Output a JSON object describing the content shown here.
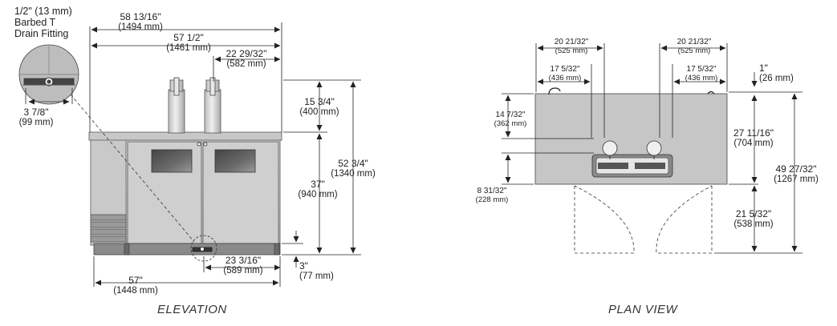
{
  "views": {
    "elevation_title": "ELEVATION",
    "plan_title": "PLAN VIEW"
  },
  "callout": {
    "line1": "1/2\" (13 mm)",
    "line2": "Barbed T",
    "line3": "Drain Fitting",
    "depth_imperial": "3 7/8\"",
    "depth_metric": "(99 mm)"
  },
  "elevation": {
    "overall_width": {
      "imperial": "58 13/16\"",
      "metric": "(1494 mm)"
    },
    "top_width": {
      "imperial": "57 1/2\"",
      "metric": "(1461 mm)"
    },
    "tower_offset": {
      "imperial": "22 29/32\"",
      "metric": "(582 mm)"
    },
    "tower_height": {
      "imperial": "15 3/4\"",
      "metric": "(400 mm)"
    },
    "overall_height": {
      "imperial": "52 3/4\"",
      "metric": "(1340 mm)"
    },
    "cabinet_height": {
      "imperial": "37\"",
      "metric": "(940 mm)"
    },
    "drain_offset": {
      "imperial": "23 3/16\"",
      "metric": "(589 mm)"
    },
    "base_height": {
      "imperial": "3\"",
      "metric": "(77 mm)"
    },
    "base_width": {
      "imperial": "57\"",
      "metric": "(1448 mm)"
    }
  },
  "plan": {
    "left_outer": {
      "imperial": "20 21/32\"",
      "metric": "(525 mm)"
    },
    "left_inner": {
      "imperial": "17 5/32\"",
      "metric": "(436 mm)"
    },
    "right_outer": {
      "imperial": "20 21/32\"",
      "metric": "(525 mm)"
    },
    "right_inner": {
      "imperial": "17 5/32\"",
      "metric": "(436 mm)"
    },
    "top_offset": {
      "imperial": "1\"",
      "metric": "(26 mm)"
    },
    "tap_depth": {
      "imperial": "14 7/32\"",
      "metric": "(362 mm)"
    },
    "tray_depth": {
      "imperial": "8 31/32\"",
      "metric": "(228 mm)"
    },
    "cabinet_depth": {
      "imperial": "27 11/16\"",
      "metric": "(704 mm)"
    },
    "overall_depth": {
      "imperial": "49 27/32\"",
      "metric": "(1267 mm)"
    },
    "door_swing": {
      "imperial": "21 5/32\"",
      "metric": "(538 mm)"
    }
  }
}
